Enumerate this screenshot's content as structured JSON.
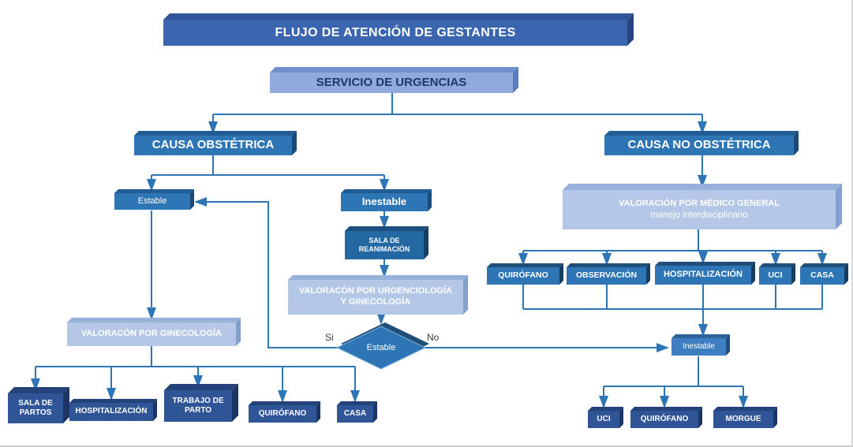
{
  "title": "FLUJO DE ATENCIÓN DE GESTANTES",
  "nodes": {
    "urgencias": "SERVICIO DE URGENCIAS",
    "causa_obstetrica": "CAUSA OBSTÉTRICA",
    "causa_no_obstetrica": "CAUSA NO OBSTÉTRICA",
    "estable": "Estable",
    "inestable": "Inestable",
    "sala_reanimacion": "SALA DE\nREANIMACIÓN",
    "valoracion_urgenciologia": "VALORACÓN POR URGENCIOLOGÍA\nY GINECOLOGÍA",
    "valoracion_ginecologia": "VALORACÓN POR GINECOLOGÍA",
    "valoracion_medico_line1": "VALORACIÓN POR MÉDICO GENERAL",
    "valoracion_medico_line2": "manejo interdisciplinario",
    "decision_estable": "Estable",
    "inestable_right": "Inestable"
  },
  "labels": {
    "yes": "Si",
    "no": "No"
  },
  "obstetric_outcomes": [
    "SALA DE\nPARTOS",
    "HOSPITALIZACIÓN",
    "TRABAJO DE\nPARTO",
    "QUIRÓFANO",
    "CASA"
  ],
  "non_obstetric_outcomes": [
    "QUIRÓFANO",
    "OBSERVACIÓN",
    "HOSPITALIZACIÓN",
    "UCI",
    "CASA"
  ],
  "unstable_outcomes": [
    "UCI",
    "QUIRÓFANO",
    "MORGUE"
  ],
  "colors": {
    "accent": "#2E75B6",
    "title_face": "#3B66AF",
    "periwinkle_face": "#8FAADC",
    "medium_face": "#2E75B6",
    "light_face": "#B4C7E7",
    "navy_face": "#2F5597",
    "dark_text": "#1F3864"
  }
}
